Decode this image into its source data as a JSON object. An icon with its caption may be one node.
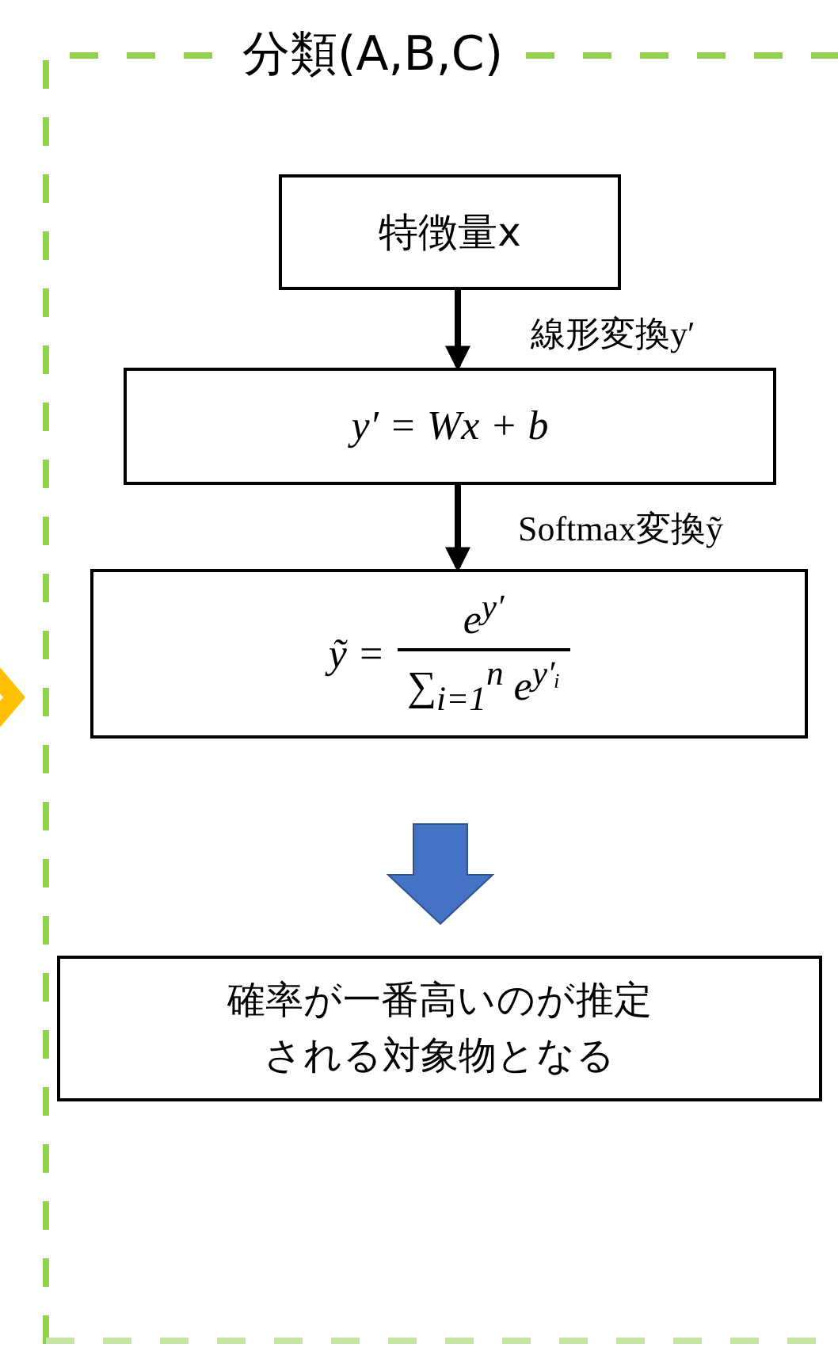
{
  "diagram": {
    "nodes": [
      {
        "text": [
          "分類(A,B,C)"
        ]
      },
      {
        "text": [
          "特徴量x"
        ],
        "in": 0
      },
      {
        "text": [
          "y′ = Wx + b"
        ],
        "in": 0
      },
      {
        "text": [
          "ỹ =",
          "e$^{y′}$",
          "∑$_{i=1}$$^{n}$ e$^{y′ᵢ}$"
        ],
        "in": 0
      },
      {
        "text": [
          "確率が一番高いのが推定される対象物となる"
        ],
        "in": 0
      }
    ],
    "edges": [
      {
        "from": 1,
        "to": 2,
        "arrow": "to",
        "label": "線形変換y′"
      },
      {
        "from": 2,
        "to": 3,
        "arrow": "to",
        "label": "Softmax変換ỹ"
      },
      {
        "from": 3,
        "to": 4,
        "arrow": "to",
        "style": "thick",
        "color": "#4472c4"
      },
      {
        "from": null,
        "to": 0,
        "arrow": "to",
        "style": "thick",
        "color": "#ffc000"
      }
    ]
  }
}
